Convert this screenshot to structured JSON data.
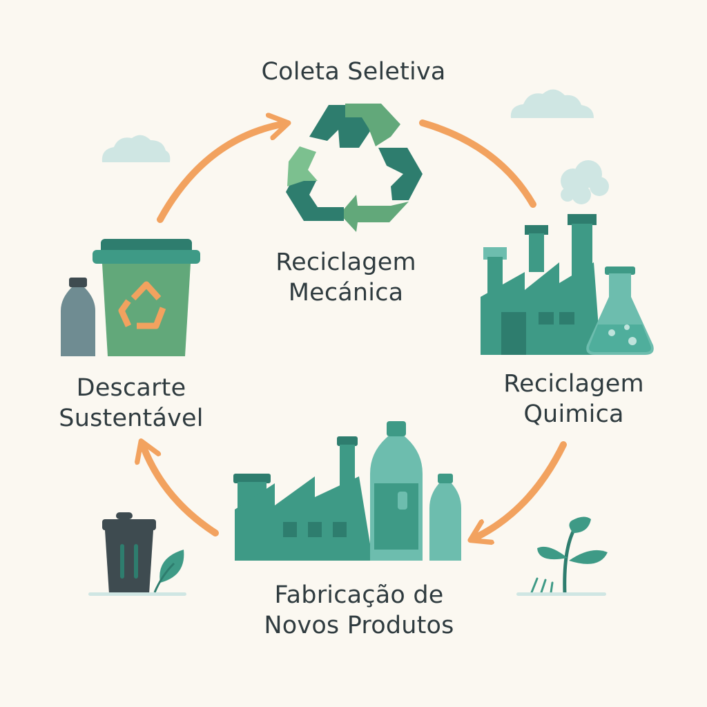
{
  "steps": {
    "coleta": "Coleta Seletiva",
    "mecanica": [
      "Reciclagem",
      "Mecánica"
    ],
    "quimica": [
      "Reciclagem",
      "Quimica"
    ],
    "fabricacao": [
      "Fabricação de",
      "Novos Produtos"
    ],
    "descarte": [
      "Descarte",
      "Sustentável"
    ]
  },
  "colors": {
    "background": "#FBF8F1",
    "arrow": "#F2A25F",
    "teal": "#3E9A86",
    "teal_dark": "#2E7D6E",
    "teal_light": "#6DBDAE",
    "green": "#62A87A",
    "green_light": "#7CC08F",
    "slate": "#6F8C92",
    "slate_dark": "#3E4B50",
    "cloud": "#CFE6E3",
    "text": "#2F3B3F"
  }
}
